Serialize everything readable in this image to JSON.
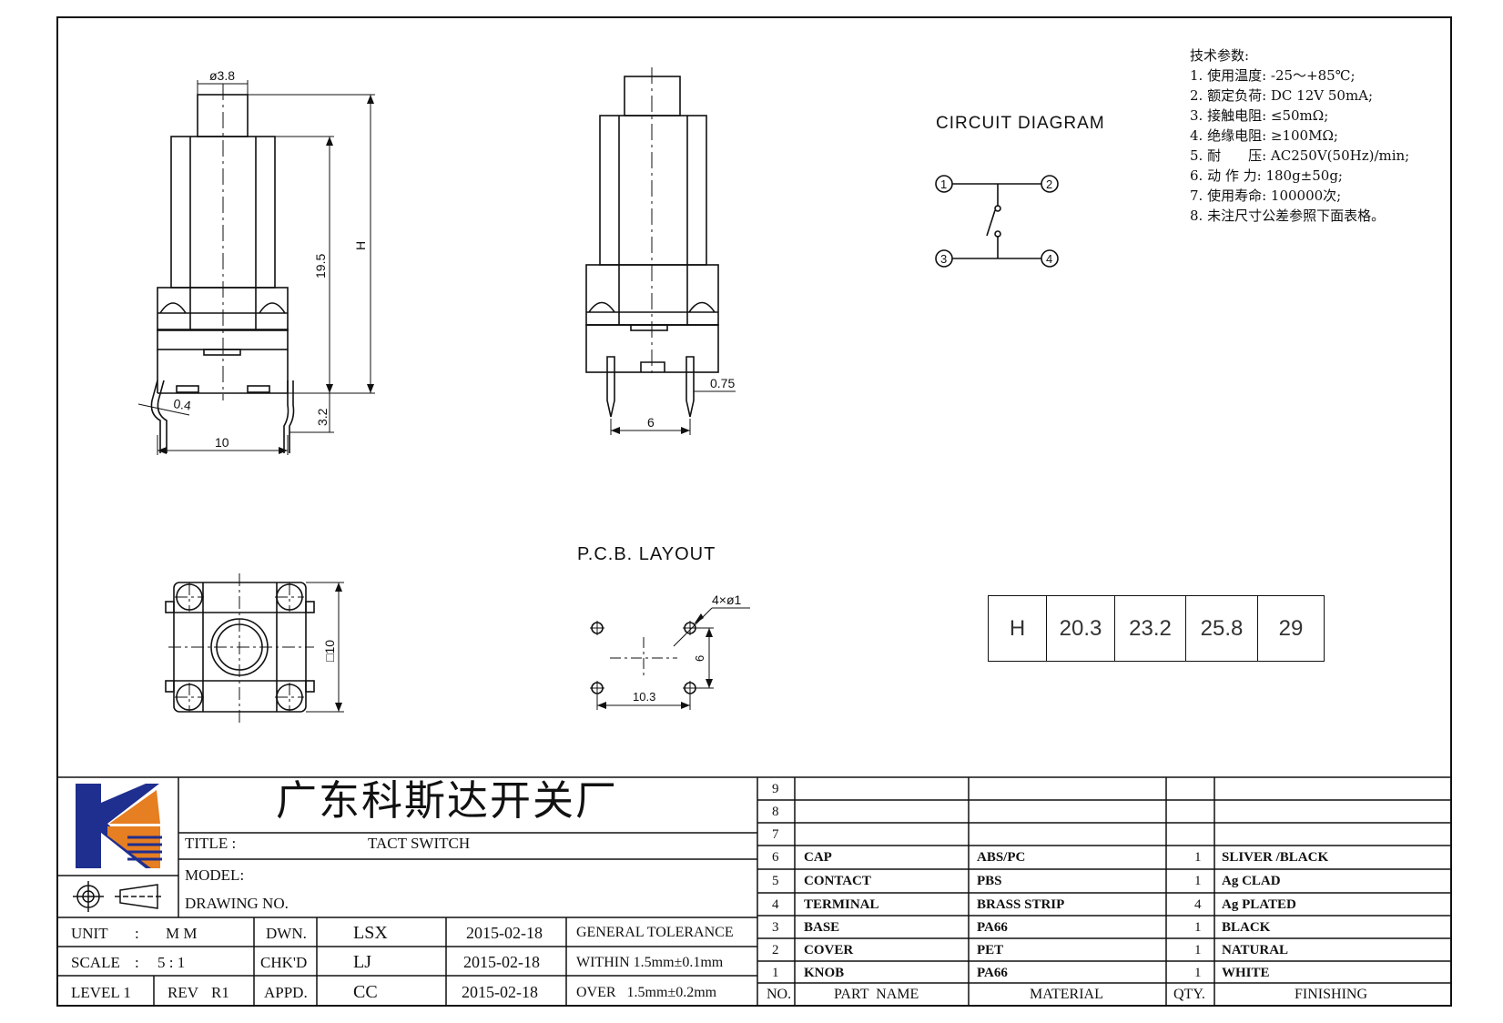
{
  "specs": {
    "heading": "技术参数:",
    "items": [
      "1. 使用温度: -25～+85℃;",
      "2. 额定负荷: DC 12V 50mA;",
      "3. 接触电阻: ≤50mΩ;",
      "4. 绝缘电阻: ≥100MΩ;",
      "5. 耐　　压: AC250V(50Hz)/min;",
      "6. 动 作 力: 180g±50g;",
      "7. 使用寿命: 100000次;",
      "8. 未注尺寸公差参照下面表格。"
    ]
  },
  "circuit": {
    "title": "CIRCUIT DIAGRAM",
    "pins": [
      "1",
      "2",
      "3",
      "4"
    ]
  },
  "pcb": {
    "title": "P.C.B. LAYOUT",
    "hole_label": "4×ø1",
    "width_label": "10.3",
    "height_label": "6"
  },
  "dims": {
    "diameter": "ø3.8",
    "height_19_5": "19.5",
    "height_h": "H",
    "pin_3_2": "3.2",
    "pin_0_4": "0.4",
    "width_10": "10",
    "pin_0_75": "0.75",
    "pin_6": "6",
    "square_10": "□10"
  },
  "h_table": {
    "header": "H",
    "values": [
      "20.3",
      "23.2",
      "25.8",
      "29"
    ]
  },
  "title_block": {
    "company": "广东科斯达开关厂",
    "title_label": "TITLE :",
    "title_value": "TACT SWITCH",
    "model_label": "MODEL:",
    "drawing_label": "DRAWING NO.",
    "unit_label": "UNIT",
    "unit_colon": ":",
    "unit_value": "M M",
    "scale_label": "SCALE",
    "scale_colon": ":",
    "scale_value": "5 : 1",
    "level_label": "LEVEL 1",
    "rev_label": "REV",
    "rev_value": "R1",
    "dwn_label": "DWN.",
    "chk_label": "CHK'D",
    "appd_label": "APPD.",
    "dwn_name": "LSX",
    "chk_name": "LJ",
    "appd_name": "CC",
    "dwn_date": "2015-02-18",
    "chk_date": "2015-02-18",
    "appd_date": "2015-02-18",
    "tol_label": "GENERAL TOLERANCE",
    "tol_within": "WITHIN 1.5mm±0.1mm",
    "tol_over": "OVER   1.5mm±0.2mm"
  },
  "bom": {
    "headers": {
      "no": "NO.",
      "part": "PART  NAME",
      "material": "MATERIAL",
      "qty": "QTY.",
      "finishing": "FINISHING"
    },
    "rows": [
      {
        "no": "9",
        "part": "",
        "material": "",
        "qty": "",
        "finishing": ""
      },
      {
        "no": "8",
        "part": "",
        "material": "",
        "qty": "",
        "finishing": ""
      },
      {
        "no": "7",
        "part": "",
        "material": "",
        "qty": "",
        "finishing": ""
      },
      {
        "no": "6",
        "part": "CAP",
        "material": "ABS/PC",
        "qty": "1",
        "finishing": "SLIVER /BLACK"
      },
      {
        "no": "5",
        "part": "CONTACT",
        "material": "PBS",
        "qty": "1",
        "finishing": "Ag CLAD"
      },
      {
        "no": "4",
        "part": "TERMINAL",
        "material": "BRASS STRIP",
        "qty": "4",
        "finishing": "Ag PLATED"
      },
      {
        "no": "3",
        "part": "BASE",
        "material": "PA66",
        "qty": "1",
        "finishing": "BLACK"
      },
      {
        "no": "2",
        "part": "COVER",
        "material": "PET",
        "qty": "1",
        "finishing": "NATURAL"
      },
      {
        "no": "1",
        "part": "KNOB",
        "material": "PA66",
        "qty": "1",
        "finishing": "WHITE"
      }
    ]
  },
  "colors": {
    "logo_blue": "#1f2f8f",
    "logo_orange": "#e67e22",
    "line": "#111111"
  }
}
